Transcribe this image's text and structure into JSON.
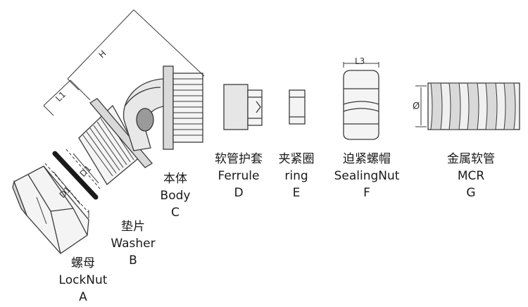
{
  "colors": {
    "line": "#3a3a3a",
    "fill_light": "#f4f4f4",
    "fill_mid": "#d9d9d9",
    "fill_dark": "#9a9a9a",
    "washer": "#1a1a1a"
  },
  "parts": [
    {
      "cn": "螺母",
      "en": "LockNut",
      "letter": "A"
    },
    {
      "cn": "垫片",
      "en": "Washer",
      "letter": "B"
    },
    {
      "cn": "本体",
      "en": "Body",
      "letter": "C"
    },
    {
      "cn": "软管护套",
      "en": "Ferrule",
      "letter": "D"
    },
    {
      "cn": "夹紧圈",
      "en": "ring",
      "letter": "E"
    },
    {
      "cn": "迫紧螺帽",
      "en": "SealingNut",
      "letter": "F"
    },
    {
      "cn": "金属软管",
      "en": "MCR",
      "letter": "G"
    }
  ],
  "dimensions": {
    "h": "H",
    "l1": "L1",
    "l3": "L3",
    "d1_body": "D1",
    "d1_nut": "D1",
    "diameter": "Ø"
  }
}
